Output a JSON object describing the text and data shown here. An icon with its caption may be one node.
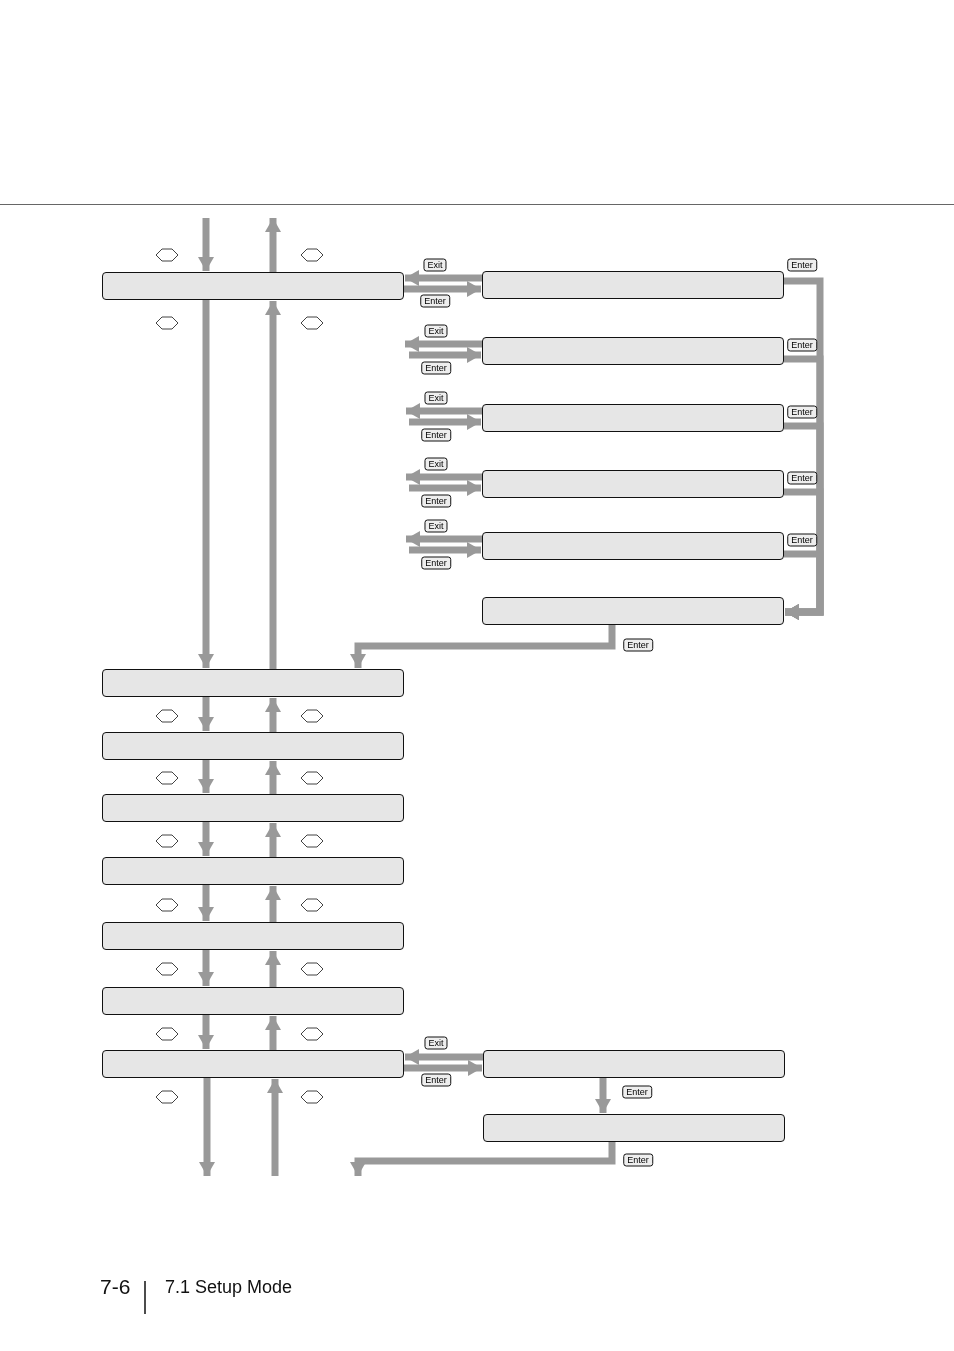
{
  "diagram": {
    "nodes": [
      {
        "text": [],
        "shape": "box"
      },
      {
        "text": [],
        "shape": "box"
      },
      {
        "text": [],
        "shape": "box"
      },
      {
        "text": [],
        "shape": "box"
      },
      {
        "text": [],
        "shape": "box"
      },
      {
        "text": [],
        "shape": "box"
      },
      {
        "text": [],
        "shape": "box"
      },
      {
        "text": [],
        "shape": "box"
      },
      {
        "text": [],
        "shape": "box"
      },
      {
        "text": [],
        "shape": "box"
      },
      {
        "text": [],
        "shape": "box"
      },
      {
        "text": [],
        "shape": "box"
      },
      {
        "text": [],
        "shape": "box"
      },
      {
        "text": [],
        "shape": "box"
      },
      {
        "text": [],
        "shape": "box"
      },
      {
        "text": [],
        "shape": "box"
      }
    ],
    "edges": [
      {
        "from": null,
        "to": 0,
        "arrow": "to"
      },
      {
        "from": 0,
        "to": null,
        "arrow": "to"
      },
      {
        "from": 1,
        "to": 0,
        "arrow": "to",
        "label": "Exit"
      },
      {
        "from": 0,
        "to": 1,
        "arrow": "to",
        "label": "Enter"
      },
      {
        "from": 2,
        "to": 0,
        "arrow": "to",
        "label": "Exit"
      },
      {
        "from": null,
        "to": 2,
        "arrow": "to",
        "label": "Enter"
      },
      {
        "from": 3,
        "to": null,
        "arrow": "to",
        "label": "Exit"
      },
      {
        "from": null,
        "to": 3,
        "arrow": "to",
        "label": "Enter"
      },
      {
        "from": 4,
        "to": null,
        "arrow": "to",
        "label": "Exit"
      },
      {
        "from": null,
        "to": 4,
        "arrow": "to",
        "label": "Enter"
      },
      {
        "from": 5,
        "to": null,
        "arrow": "to",
        "label": "Exit"
      },
      {
        "from": null,
        "to": 5,
        "arrow": "to",
        "label": "Enter"
      },
      {
        "from": 1,
        "to": 6,
        "arrow": "to",
        "label": "Enter"
      },
      {
        "from": 2,
        "to": 6,
        "arrow": "to",
        "label": "Enter"
      },
      {
        "from": 3,
        "to": 6,
        "arrow": "to",
        "label": "Enter"
      },
      {
        "from": 4,
        "to": 6,
        "arrow": "to",
        "label": "Enter"
      },
      {
        "from": 5,
        "to": 6,
        "arrow": "to",
        "label": "Enter"
      },
      {
        "from": 0,
        "to": 7,
        "arrow": "to"
      },
      {
        "from": 7,
        "to": 0,
        "arrow": "to"
      },
      {
        "from": 6,
        "to": 7,
        "arrow": "to",
        "label": "Enter"
      },
      {
        "from": 7,
        "to": 8,
        "arrow": "to"
      },
      {
        "from": 8,
        "to": 7,
        "arrow": "to"
      },
      {
        "from": 8,
        "to": 9,
        "arrow": "to"
      },
      {
        "from": 9,
        "to": 8,
        "arrow": "to"
      },
      {
        "from": 9,
        "to": 10,
        "arrow": "to"
      },
      {
        "from": 10,
        "to": 9,
        "arrow": "to"
      },
      {
        "from": 10,
        "to": 11,
        "arrow": "to"
      },
      {
        "from": 11,
        "to": 10,
        "arrow": "to"
      },
      {
        "from": 11,
        "to": 12,
        "arrow": "to"
      },
      {
        "from": 12,
        "to": 11,
        "arrow": "to"
      },
      {
        "from": 12,
        "to": 13,
        "arrow": "to"
      },
      {
        "from": 13,
        "to": 12,
        "arrow": "to"
      },
      {
        "from": 14,
        "to": 13,
        "arrow": "to",
        "label": "Exit"
      },
      {
        "from": 13,
        "to": 14,
        "arrow": "to",
        "label": "Enter"
      },
      {
        "from": 14,
        "to": 15,
        "arrow": "to",
        "label": "Enter"
      },
      {
        "from": 15,
        "to": null,
        "arrow": "to",
        "label": "Enter"
      },
      {
        "from": 13,
        "to": null,
        "arrow": "to"
      },
      {
        "from": null,
        "to": 13,
        "arrow": "to"
      }
    ],
    "labels": [
      "7-6",
      "7.1 Setup Mode"
    ]
  }
}
